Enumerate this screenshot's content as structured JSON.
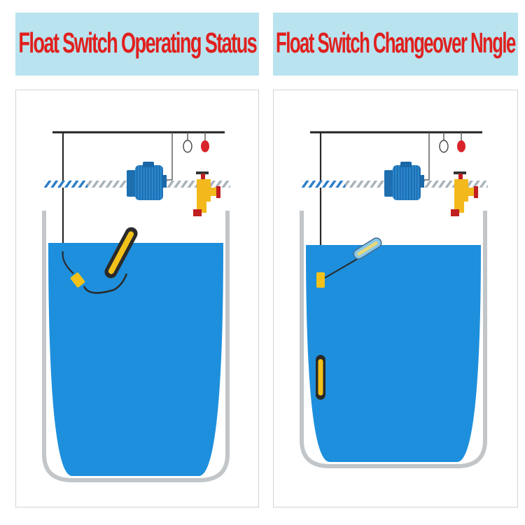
{
  "panels": [
    {
      "title": "Float Switch Operating Status",
      "state": "float-raised"
    },
    {
      "title": "Float Switch Changeover Nngle",
      "state": "float-hanging"
    }
  ],
  "colors": {
    "banner_bg": "#b9e3ef",
    "title_red": "#e0201e",
    "water_blue": "#1e8fdc",
    "pump_blue": "#2a86cc",
    "float_yellow": "#f2c21a",
    "faucet_yellow": "#f3b91c",
    "red_lamp": "#d8242a"
  },
  "icons": [
    "pump-motor-icon",
    "faucet-icon",
    "indicator-lamp-icon",
    "float-switch-icon",
    "water-tank-icon"
  ]
}
